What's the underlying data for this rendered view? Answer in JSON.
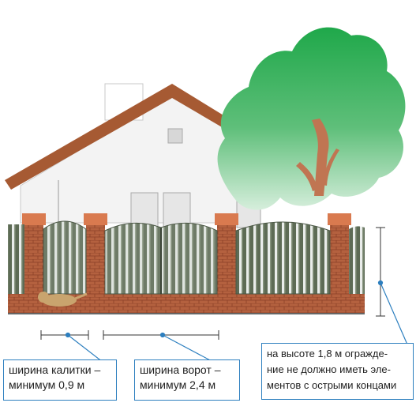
{
  "labels": {
    "gate_width": [
      "ширина калитки –",
      "минимум 0,9 м"
    ],
    "wide_gate_width": [
      "ширина ворот –",
      "минимум 2,4 м"
    ],
    "height_rule": [
      "на высоте 1,8 м огражде-",
      "ние не должно иметь эле-",
      "ментов с острыми концами"
    ]
  },
  "colors": {
    "roof": "#a65a33",
    "brick": "#b4613f",
    "picket": "#5d6b55",
    "tree": "#2fae53",
    "callout_border": "#2d7fbf"
  }
}
